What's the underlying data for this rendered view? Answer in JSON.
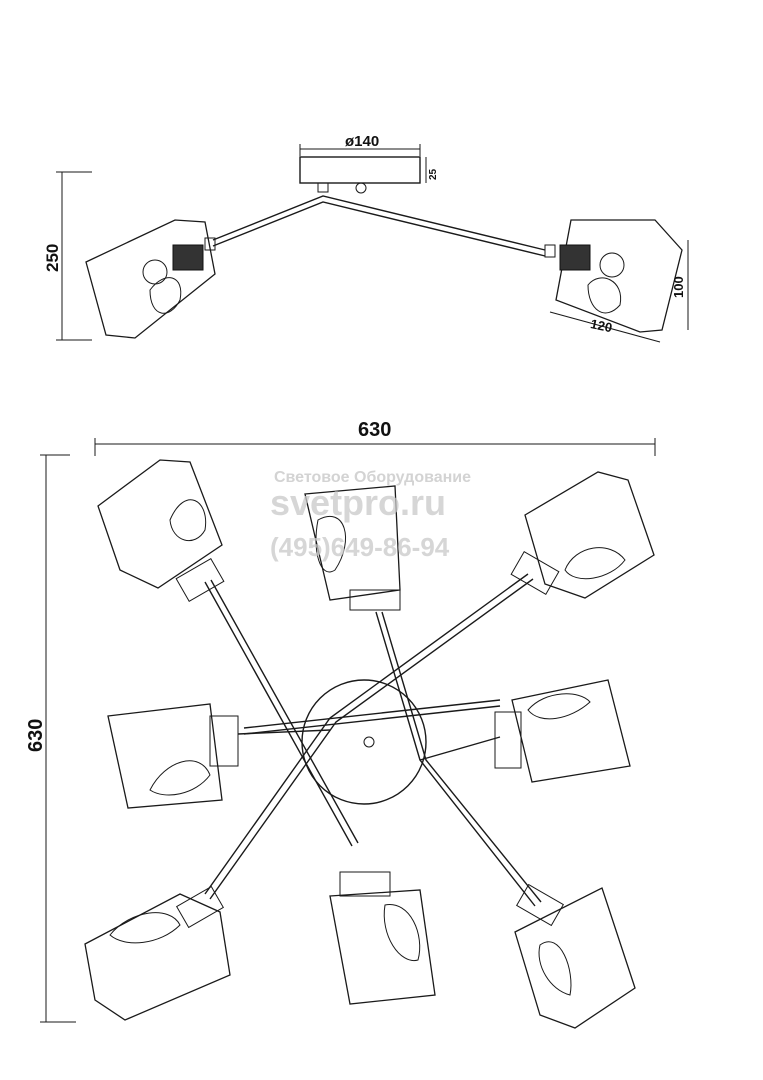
{
  "side_view": {
    "diameter_label": "ø140",
    "canopy_height_label": "25",
    "total_height_label": "250",
    "shade_height_label": "100",
    "shade_width_label": "120"
  },
  "top_view": {
    "width_label": "630",
    "height_label": "630"
  },
  "watermark": {
    "company": "Световое Оборудование",
    "site": "svetpro.ru",
    "phone": "(495)649-86-94"
  }
}
